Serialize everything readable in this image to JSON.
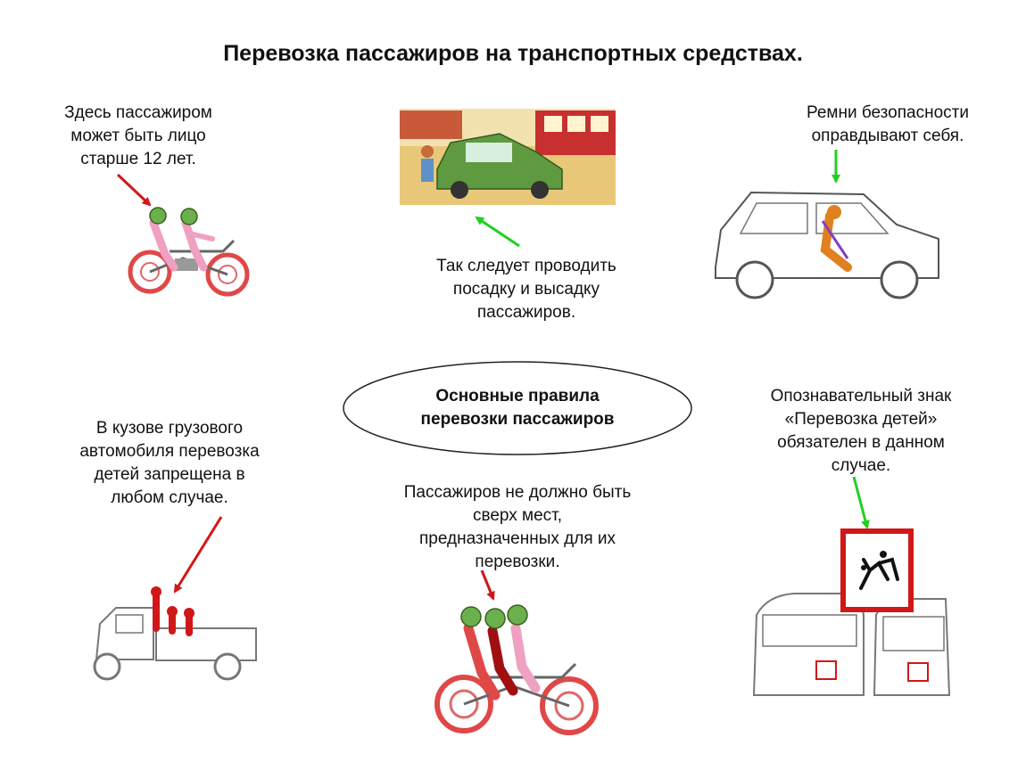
{
  "title": "Перевозка пассажиров на транспортных средствах.",
  "center": "Основные правила\nперевозки пассажиров",
  "captions": {
    "moto_age": "Здесь пассажиром\nможет быть лицо\nстарше 12 лет.",
    "boarding": "Так следует проводить\nпосадку и высадку\nпассажиров.",
    "seatbelts": "Ремни безопасности\nоправдывают себя.",
    "truck": "В кузове грузового\nавтомобиля перевозка\nдетей запрещена в\nлюбом случае.",
    "seats": "Пассажиров не должно быть\nсверх мест,\nпредназначенных для их\nперевозки.",
    "sign": "Опознавательный знак\n«Перевозка детей»\nобязателен в данном\nслучае."
  },
  "colors": {
    "red_arrow": "#d01818",
    "green_arrow": "#22d022"
  }
}
